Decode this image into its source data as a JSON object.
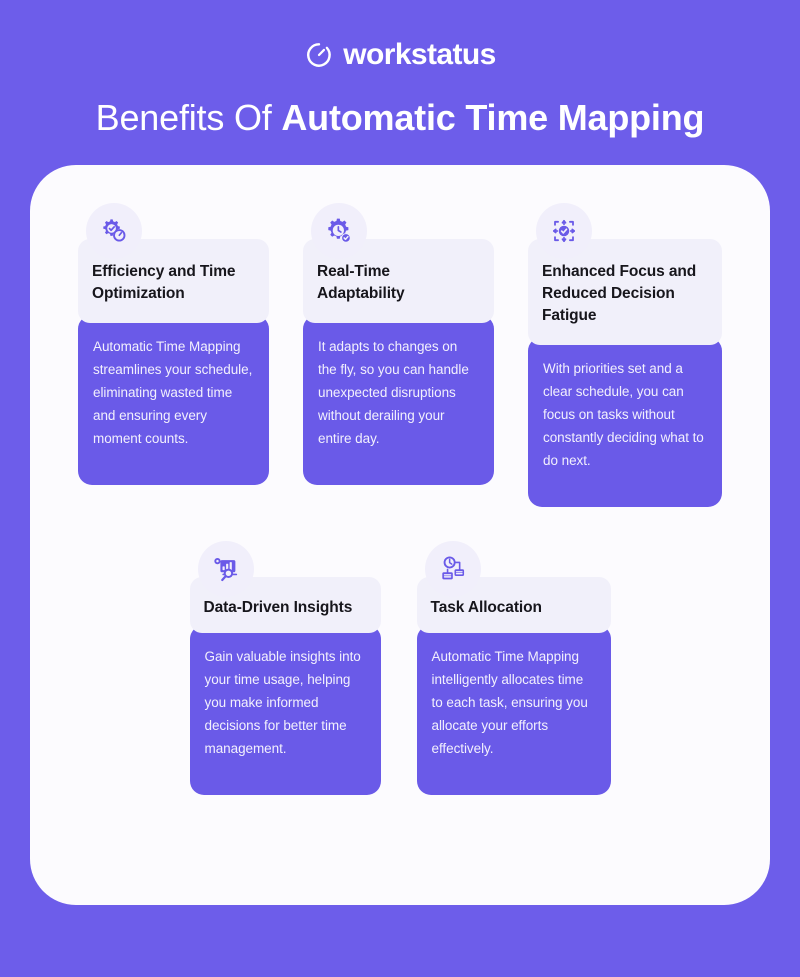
{
  "brand": {
    "logo_icon": "stopwatch-icon",
    "name": "workstatus"
  },
  "header": {
    "title_light": "Benefits Of ",
    "title_bold": "Automatic Time Mapping"
  },
  "colors": {
    "background": "#6D5DEA",
    "panel": "#FCFBFE",
    "card_head": "#F1F0FA",
    "card_body": "#6A5AE8",
    "icon_badge": "#F1EFFB",
    "icon_purple": "#6A5AE8",
    "title_text": "#17161C",
    "body_text": "#F2F0FD"
  },
  "cards": [
    {
      "icon": "gear-check-speedometer-icon",
      "title": "Efficiency and Time Optimization",
      "body": "Automatic Time Mapping streamlines your schedule, eliminating wasted time and ensuring every moment counts."
    },
    {
      "icon": "gear-clock-check-icon",
      "title": "Real-Time Adaptability",
      "body": " It adapts to changes on the fly, so you can handle unexpected disruptions without derailing your entire day."
    },
    {
      "icon": "focus-network-check-icon",
      "title": "Enhanced Focus and Reduced Decision Fatigue",
      "body": "With priorities set and a clear schedule, you can focus on tasks without constantly deciding what to do next."
    },
    {
      "icon": "analytics-magnifier-icon",
      "title": "Data-Driven Insights",
      "body": "Gain valuable insights into your time usage, helping you make informed decisions for better time management."
    },
    {
      "icon": "clock-task-hierarchy-icon",
      "title": "Task Allocation",
      "body": "Automatic Time Mapping intelligently allocates time to each task, ensuring you allocate your efforts effectively."
    }
  ]
}
